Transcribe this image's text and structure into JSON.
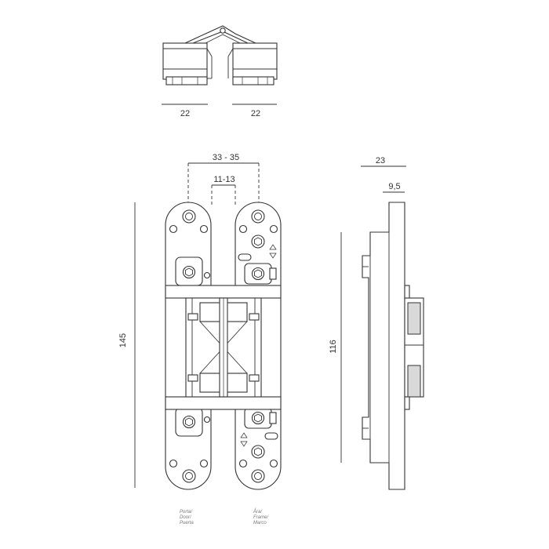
{
  "dimensions": {
    "top_left_width": "22",
    "top_right_width": "22",
    "center_distance": "33 - 35",
    "inner_distance": "11-13",
    "overall_length": "145",
    "side_depth": "23",
    "side_thickness": "9,5",
    "side_length": "116"
  },
  "captions": {
    "door_line1": "Porta/",
    "door_line2": "Door/",
    "door_line3": "Puerta",
    "frame_line1": "Ǻra/",
    "frame_line2": "Frame/",
    "frame_line3": "Marco"
  },
  "colors": {
    "line": "#333333",
    "fill_grey": "#d9d9d9",
    "background": "#ffffff"
  }
}
